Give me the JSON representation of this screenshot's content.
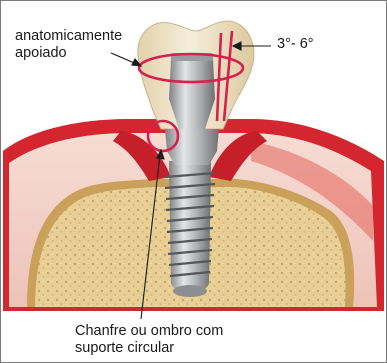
{
  "annotations": {
    "top_left": {
      "line1": "anatomicamente",
      "line2": "apoiado"
    },
    "angle": "3°- 6°",
    "bottom": {
      "line1": "Chanfre ou ombro com",
      "line2": "suporte circular"
    }
  },
  "colors": {
    "highlight": "#d6204f",
    "gum": "#d3262e",
    "gum_light": "#f3d4cc",
    "bone": "#e6cc8f",
    "crown": "#efe3c7",
    "metal": "#a7a9ab"
  }
}
